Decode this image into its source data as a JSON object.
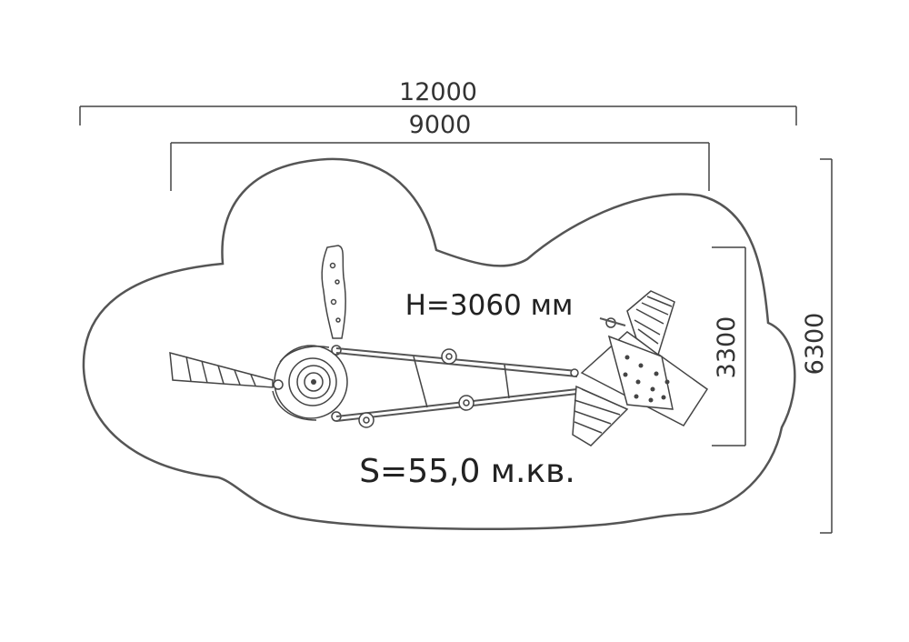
{
  "dimensions": {
    "overall_length": "12000",
    "inner_length": "9000",
    "overall_width": "6300",
    "inner_width": "3300"
  },
  "labels": {
    "height": "H=3060 мм",
    "area": "S=55,0 м.кв."
  },
  "colors": {
    "outline": "#666666",
    "drawing": "#444444",
    "text": "#333333"
  }
}
